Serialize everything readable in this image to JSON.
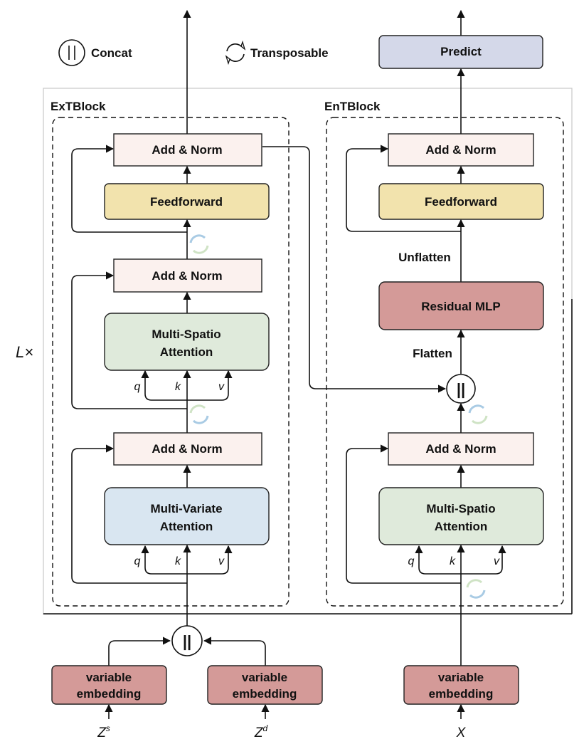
{
  "legend": {
    "concat_label": "Concat",
    "transposable_label": "Transposable"
  },
  "predict_label": "Predict",
  "repeat_label": "L×",
  "extblock": {
    "title": "ExTBlock",
    "add_norm_top": "Add & Norm",
    "feedforward": "Feedforward",
    "add_norm_mid": "Add & Norm",
    "spatio_attention": [
      "Multi-Spatio",
      "Attention"
    ],
    "add_norm_low": "Add & Norm",
    "variate_attention": [
      "Multi-Variate",
      "Attention"
    ],
    "upper_qkv": [
      "q",
      "k",
      "v"
    ],
    "lower_qkv": [
      "q",
      "k",
      "v"
    ]
  },
  "entblock": {
    "title": "EnTBlock",
    "add_norm_top": "Add & Norm",
    "feedforward": "Feedforward",
    "unflatten": "Unflatten",
    "residual_mlp": "Residual MLP",
    "flatten": "Flatten",
    "add_norm_low": "Add & Norm",
    "spatio_attention": [
      "Multi-Spatio",
      "Attention"
    ],
    "qkv": [
      "q",
      "k",
      "v"
    ]
  },
  "embeddings": [
    {
      "lines": [
        "variable",
        "embedding"
      ],
      "input": "Z",
      "sup": "s"
    },
    {
      "lines": [
        "variable",
        "embedding"
      ],
      "input": "Z",
      "sup": "d"
    },
    {
      "lines": [
        "variable",
        "embedding"
      ],
      "input": "X",
      "sup": ""
    }
  ],
  "concat_symbol": "||",
  "colors": {
    "add_norm": "#fbf1ee",
    "feedforward": "#f2e3ad",
    "spatio_attention": "#dfeadb",
    "variate_attention": "#d9e6f1",
    "residual_mlp": "#d49a98",
    "embedding": "#d49a98",
    "predict": "#d4d8e9"
  }
}
